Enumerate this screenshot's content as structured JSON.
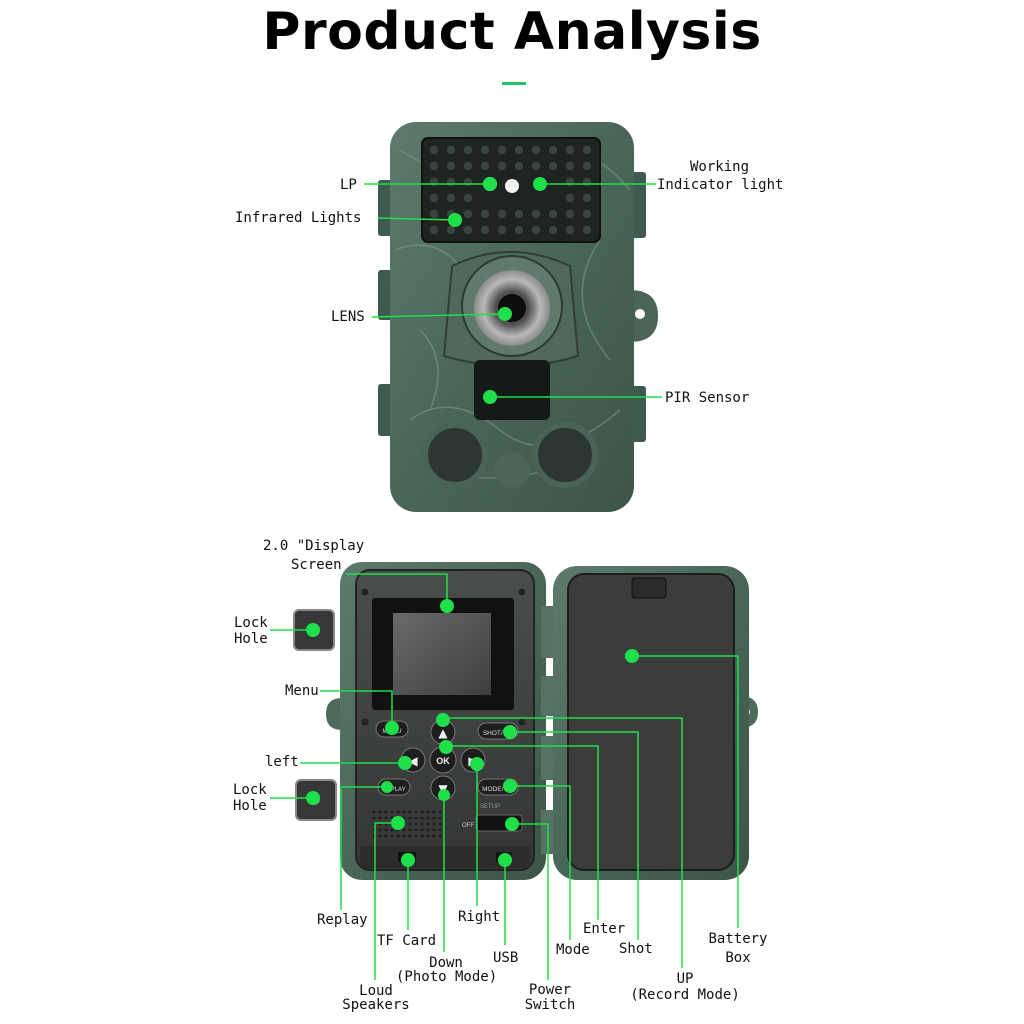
{
  "title": "Product Analysis",
  "colors": {
    "accent": "#1fe04a",
    "camo_base": "#4d6b5f",
    "camo_dark": "#2b3b35",
    "panel": "#3b3f3c"
  },
  "front_labels": {
    "lp": "LP",
    "infrared": "Infrared Lights",
    "lens": "LENS",
    "working_1": "Working",
    "working_2": "Indicator light",
    "pir": "PIR Sensor"
  },
  "back_labels": {
    "display_1": "2.0 \"Display",
    "display_2": "Screen",
    "lock_hole_top_1": "Lock",
    "lock_hole_top_2": "Hole",
    "menu": "Menu",
    "left": "left",
    "lock_hole_bottom_1": "Lock",
    "lock_hole_bottom_2": "Hole",
    "replay": "Replay",
    "tf_card": "TF Card",
    "loud_1": "Loud",
    "loud_2": "Speakers",
    "down_1": "Down",
    "down_2": "(Photo Mode)",
    "right": "Right",
    "usb": "USB",
    "power_1": "Power",
    "power_2": "Switch",
    "mode": "Mode",
    "enter": "Enter",
    "shot": "Shot",
    "up_1": "UP",
    "up_2": "(Record Mode)",
    "battery_1": "Battery",
    "battery_2": "Box"
  },
  "buttons": {
    "menu": "MENU",
    "shot": "SHOT/▲",
    "ok": "OK",
    "replay": "REPLAY",
    "mode": "MODE/▼",
    "off": "OFF",
    "setup": "SETUP"
  }
}
